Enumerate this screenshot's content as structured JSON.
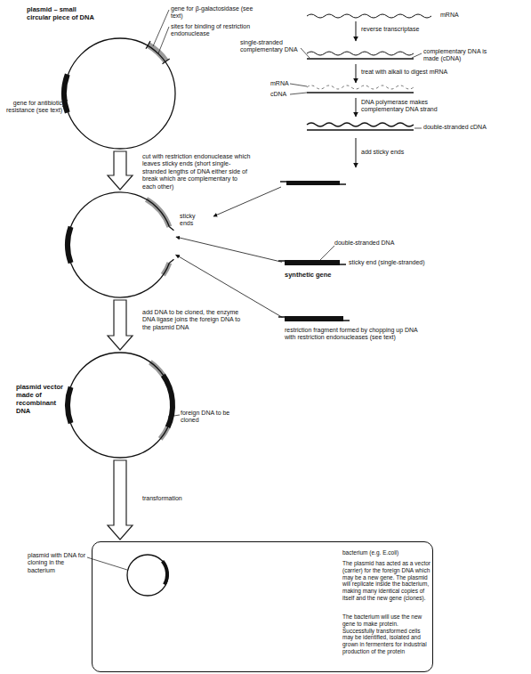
{
  "diagram": {
    "nodes": [
      {
        "text": [
          "plasmid – small circular piece of DNA"
        ]
      },
      {
        "text": [
          "sticky ends"
        ]
      },
      {
        "text": [
          "double-stranded DNA",
          "sticky end (single-stranded)",
          "synthetic gene"
        ]
      },
      {
        "text": [
          "restriction fragment formed by chopping up DNA with restriction endonucleases (see text)"
        ]
      },
      {
        "text": [
          "plasmid vector made of recombinant DNA",
          "foreign DNA to be cloned"
        ]
      },
      {
        "text": [
          "bacterium (e.g. E.coli)",
          "The plasmid has acted as a vector (carrier) for the foreign DNA which may be a new gene. The plasmid will replicate inside the bacterium, making many identical copies of itself and the new gene (clones).",
          "The bacterium will use the new gene to make protein. Successfully transformed cells may be identified, isolated and grown in fermenters for industrial production of the protein"
        ]
      },
      {
        "text": [
          "plasmid with DNA for cloning in the bacterium"
        ],
        "in": 5
      }
    ],
    "edges": [
      {
        "from": 0,
        "to": 1,
        "label": "cut with restriction endonuclease which leaves sticky ends (short single-stranded lengths of DNA either side of break which are complementary to each other)",
        "arrow": "to"
      },
      {
        "from": 2,
        "to": 1,
        "arrow": "to"
      },
      {
        "from": 3,
        "to": 1,
        "arrow": "to"
      },
      {
        "from": 1,
        "to": 4,
        "label": "add DNA to be cloned, the enzyme DNA ligase joins the foreign DNA to the plasmid DNA",
        "arrow": "to"
      },
      {
        "from": 4,
        "to": 5,
        "label": "transformation",
        "arrow": "to"
      }
    ],
    "labels": [
      "gene for β-galactosidase (see text)",
      "sites for binding of restriction endonuclease",
      "gene for antibiotic resistance (see text)",
      "mRNA",
      "reverse transcriptase",
      "single-stranded complementary DNA",
      "complementary DNA is made (cDNA)",
      "mRNA",
      "cDNA",
      "treat with alkali to digest mRNA",
      "DNA polymerase makes complementary DNA strand",
      "double-stranded cDNA",
      "add sticky ends"
    ]
  }
}
